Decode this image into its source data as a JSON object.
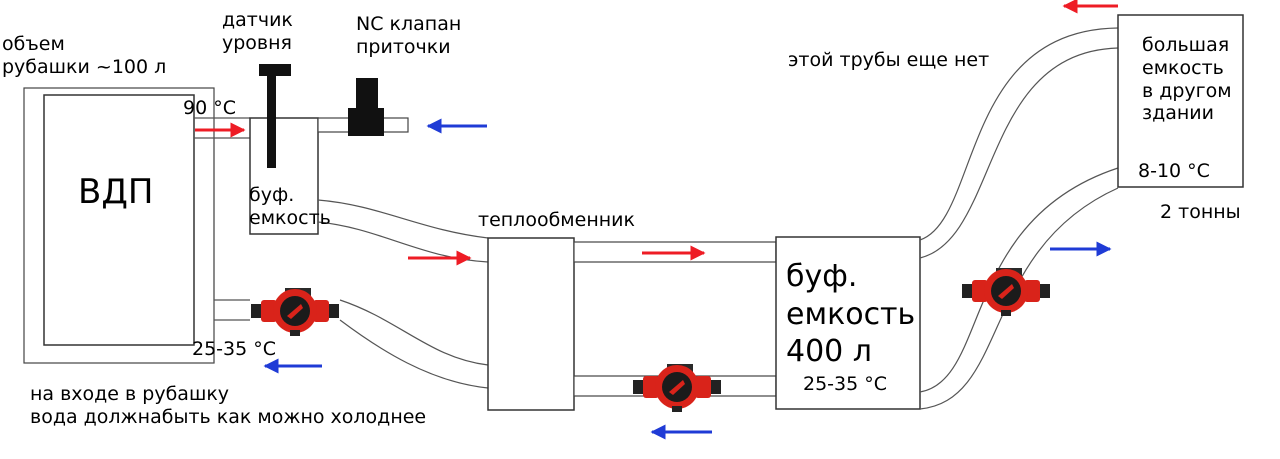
{
  "labels": {
    "jacket_volume": "объем\nрубашки ~100 л",
    "level_sensor": "датчик\nуровня",
    "nc_valve": "NC клапан\nприточки",
    "temp_90": "90 °C",
    "vdp": "ВДП",
    "buf_small": "буф.\nемкость",
    "heat_exchanger": "теплообменник",
    "buf_big": "буф.\nемкость\n400 л",
    "temp_25_35_left": "25-35 °C",
    "temp_25_35_right": "25-35 °C",
    "note_inlet": "на входе в рубашку\nвода должнабыть как можно холоднее",
    "no_pipe_yet": "этой трубы еще нет",
    "big_tank": "большая\nемкость\nв другом\nздании",
    "temp_8_10": "8-10 °C",
    "two_tons": "2 тонны"
  },
  "colors": {
    "hot_arrow": "#ee1c25",
    "cold_arrow": "#1f3bd6",
    "pump_body": "#d9231a",
    "outline": "#333333"
  },
  "icons": {
    "pump": "circulation-pump-icon",
    "sensor": "level-sensor-icon",
    "valve": "solenoid-valve-icon"
  }
}
